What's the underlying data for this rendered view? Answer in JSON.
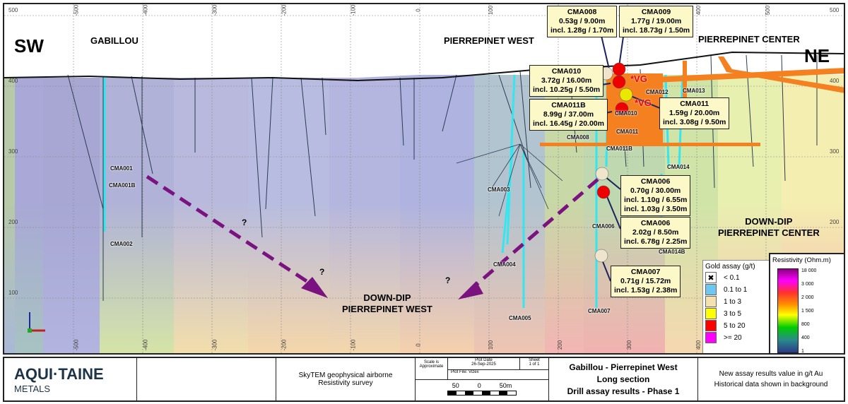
{
  "map": {
    "direction_left": "SW",
    "direction_right": "NE",
    "areas": {
      "gabillou": "GABILLOU",
      "pw": "PIERREPINET WEST",
      "pc": "PIERREPINET CENTER"
    },
    "downdip_pw": [
      "DOWN-DIP",
      "PIERREPINET WEST"
    ],
    "downdip_pc": [
      "DOWN-DIP",
      "PIERREPINET CENTER"
    ],
    "question_mark": "?",
    "vg": "*VG",
    "x_ticks": [
      "-500",
      "-400",
      "-300",
      "-200",
      "-100",
      "0",
      "100",
      "200",
      "300",
      "400",
      "500"
    ],
    "y_ticks": [
      "500",
      "400",
      "300",
      "200",
      "100"
    ],
    "holes": [
      "CMA001",
      "CMA001B",
      "CMA002",
      "CMA003",
      "CMA004",
      "CMA005",
      "CMA006",
      "CMA007",
      "CMA008",
      "CMA010",
      "CMA011",
      "CMA011B",
      "CMA012",
      "CMA013",
      "CMA014",
      "CMA014B"
    ],
    "callouts": [
      {
        "hole": "CMA008",
        "lines": [
          "0.53g / 9.00m",
          "incl. 1.28g / 1.70m"
        ]
      },
      {
        "hole": "CMA009",
        "lines": [
          "1.77g / 19.00m",
          "incl. 18.73g / 1.50m"
        ]
      },
      {
        "hole": "CMA010",
        "lines": [
          "3.72g / 16.00m",
          "incl. 10.25g / 5.50m"
        ]
      },
      {
        "hole": "CMA011B",
        "lines": [
          "8.99g / 37.00m",
          "incl. 16.45g / 20.00m"
        ]
      },
      {
        "hole": "CMA011",
        "lines": [
          "1.59g / 20.00m",
          "incl. 3.08g / 9.50m"
        ]
      },
      {
        "hole": "CMA006",
        "lines": [
          "0.70g / 30.00m",
          "incl. 1.10g / 6.55m",
          "incl. 1.03g / 3.50m"
        ]
      },
      {
        "hole": "CMA006",
        "lines": [
          "2.02g / 8.50m",
          "incl. 6.78g / 2.25m"
        ]
      },
      {
        "hole": "CMA007",
        "lines": [
          "0.71g / 15.72m",
          "incl. 1.53g / 2.38m"
        ]
      }
    ]
  },
  "gold_legend": {
    "title": "Gold assay (g/t)",
    "items": [
      {
        "label": "< 0.1",
        "color": "#ffffff",
        "icon": "x-icon"
      },
      {
        "label": "0.1 to 1",
        "color": "#6cc8f0"
      },
      {
        "label": "1 to 3",
        "color": "#f5e0b0"
      },
      {
        "label": "3 to 5",
        "color": "#ffff00"
      },
      {
        "label": "5 to 20",
        "color": "#ff0000"
      },
      {
        "label": ">= 20",
        "color": "#ff00ff"
      }
    ]
  },
  "resistivity_legend": {
    "title": "Resistivity (Ohm.m)",
    "labels": [
      "18 000",
      "3 000",
      "2 000",
      "1 500",
      "800",
      "400",
      "1"
    ]
  },
  "footer": {
    "logo_main": "AQUI·TAINE",
    "logo_sub": "METALS",
    "survey": [
      "SkyTEM geophysical airborne",
      "Resistivity survey"
    ],
    "scale_label": "Scale is Approximate",
    "plot_date_label": "Plot Date",
    "plot_date": "26-Sep-2025",
    "sheet_label": "Sheet",
    "sheet": "1 of 1",
    "plot_file": "Plot File: Vizex",
    "scale_ticks": [
      "50",
      "0",
      "50m"
    ],
    "title": [
      "Gabillou - Pierrepinet West",
      "Long section",
      "Drill assay results - Phase 1"
    ],
    "notes": [
      "New assay results value in g/t Au",
      "Historical data shown in background"
    ]
  }
}
